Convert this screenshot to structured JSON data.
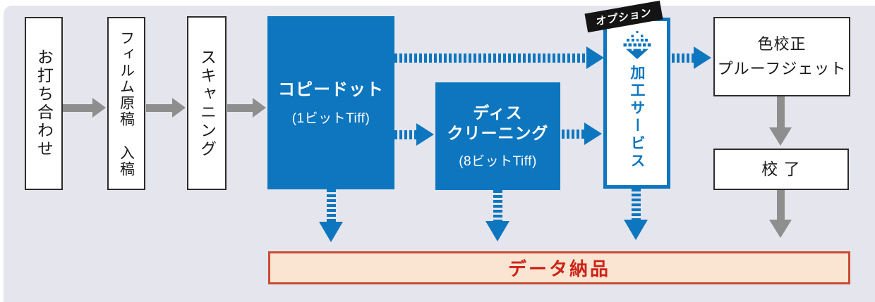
{
  "colors": {
    "background": "#e5e5ed",
    "accent_blue": "#0e76bf",
    "arrow_gray": "#8e8e8e",
    "delivery_red_text": "#cc2418",
    "delivery_red_border": "#c84b33",
    "delivery_bg": "#fae5d2"
  },
  "flow": {
    "meeting": {
      "label": "お打ち合わせ"
    },
    "film_input": {
      "label": "フィルム原稿 入稿"
    },
    "scanning": {
      "label": "スキャニング"
    },
    "copydot": {
      "title": "コピードット",
      "subtitle": "(1ビットTiff)"
    },
    "descreening": {
      "title": "ディス\nクリーニング",
      "subtitle": "(8ビットTiff)"
    },
    "processing": {
      "label": "加工サービス",
      "badge": "オプション",
      "icon": "halftone-dots-diamond-icon"
    },
    "color_proof": {
      "label": "色校正\nプルーフジェット"
    },
    "final_proof": {
      "label": "校 了"
    },
    "data_delivery": {
      "label": "データ納品"
    }
  }
}
